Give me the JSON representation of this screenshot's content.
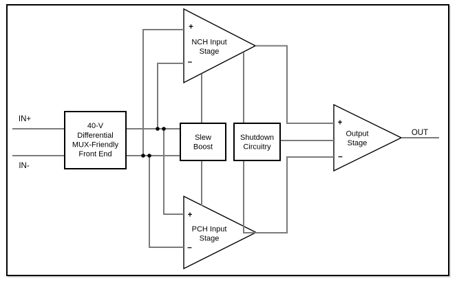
{
  "figure": {
    "io_labels": {
      "in_plus": "IN+",
      "in_minus": "IN-",
      "out": "OUT"
    },
    "blocks": {
      "front_end": {
        "line1": "40-V",
        "line2": "Differential",
        "line3": "MUX-Friendly",
        "line4": "Front End"
      },
      "slew_boost": {
        "line1": "Slew",
        "line2": "Boost"
      },
      "shutdown_circuitry": {
        "line1": "Shutdown",
        "line2": "Circuitry"
      },
      "nch_input_stage": {
        "line1": "NCH Input",
        "line2": "Stage",
        "plus": "+",
        "minus": "−"
      },
      "pch_input_stage": {
        "line1": "PCH Input",
        "line2": "Stage",
        "plus": "+",
        "minus": "−"
      },
      "output_stage": {
        "line1": "Output",
        "line2": "Stage",
        "plus": "+",
        "minus": "−"
      }
    },
    "colors": {
      "outline": "#000000",
      "wire": "#7a7a7a",
      "background": "#ffffff",
      "text": "#000000"
    }
  }
}
